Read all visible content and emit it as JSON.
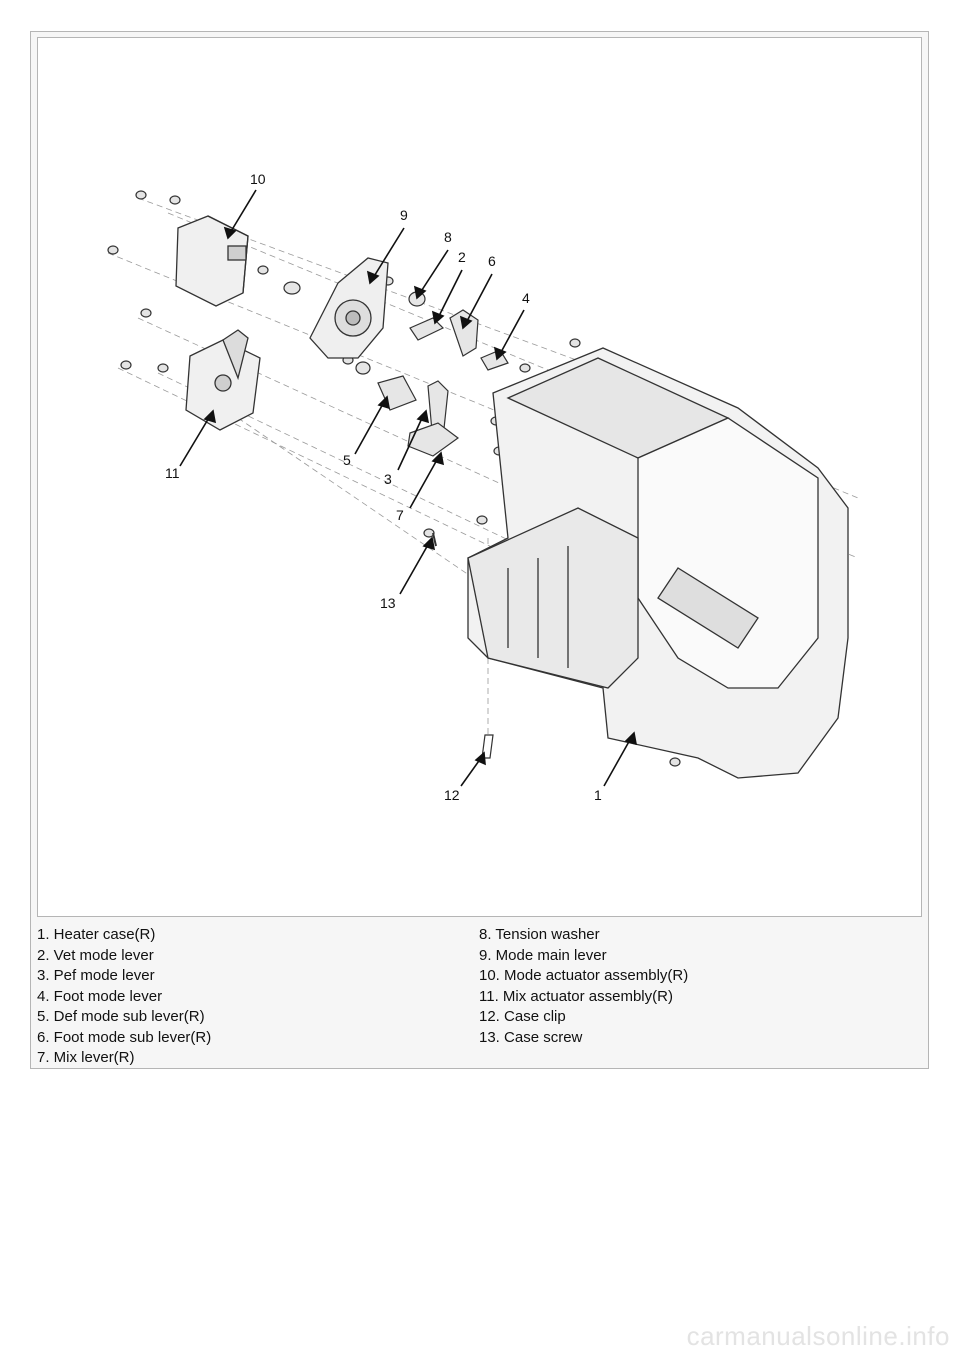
{
  "callouts": [
    {
      "id": "c10",
      "text": "10"
    },
    {
      "id": "c9",
      "text": "9"
    },
    {
      "id": "c8",
      "text": "8"
    },
    {
      "id": "c2",
      "text": "2"
    },
    {
      "id": "c6",
      "text": "6"
    },
    {
      "id": "c4",
      "text": "4"
    },
    {
      "id": "c11",
      "text": "11"
    },
    {
      "id": "c5",
      "text": "5"
    },
    {
      "id": "c3",
      "text": "3"
    },
    {
      "id": "c7",
      "text": "7"
    },
    {
      "id": "c13",
      "text": "13"
    },
    {
      "id": "c12",
      "text": "12"
    },
    {
      "id": "c1",
      "text": "1"
    }
  ],
  "legend": {
    "left": [
      "1. Heater case(R)",
      "2. Vet mode lever",
      "3. Pef mode lever",
      "4. Foot mode lever",
      "5. Def mode sub lever(R)",
      "6. Foot mode sub lever(R)",
      "7. Mix lever(R)"
    ],
    "right": [
      "8. Tension washer",
      "9. Mode main lever",
      "10. Mode actuator assembly(R)",
      "11. Mix actuator assembly(R)",
      "12. Case clip",
      "13. Case screw"
    ]
  },
  "watermark": "carmanualsonline.info"
}
